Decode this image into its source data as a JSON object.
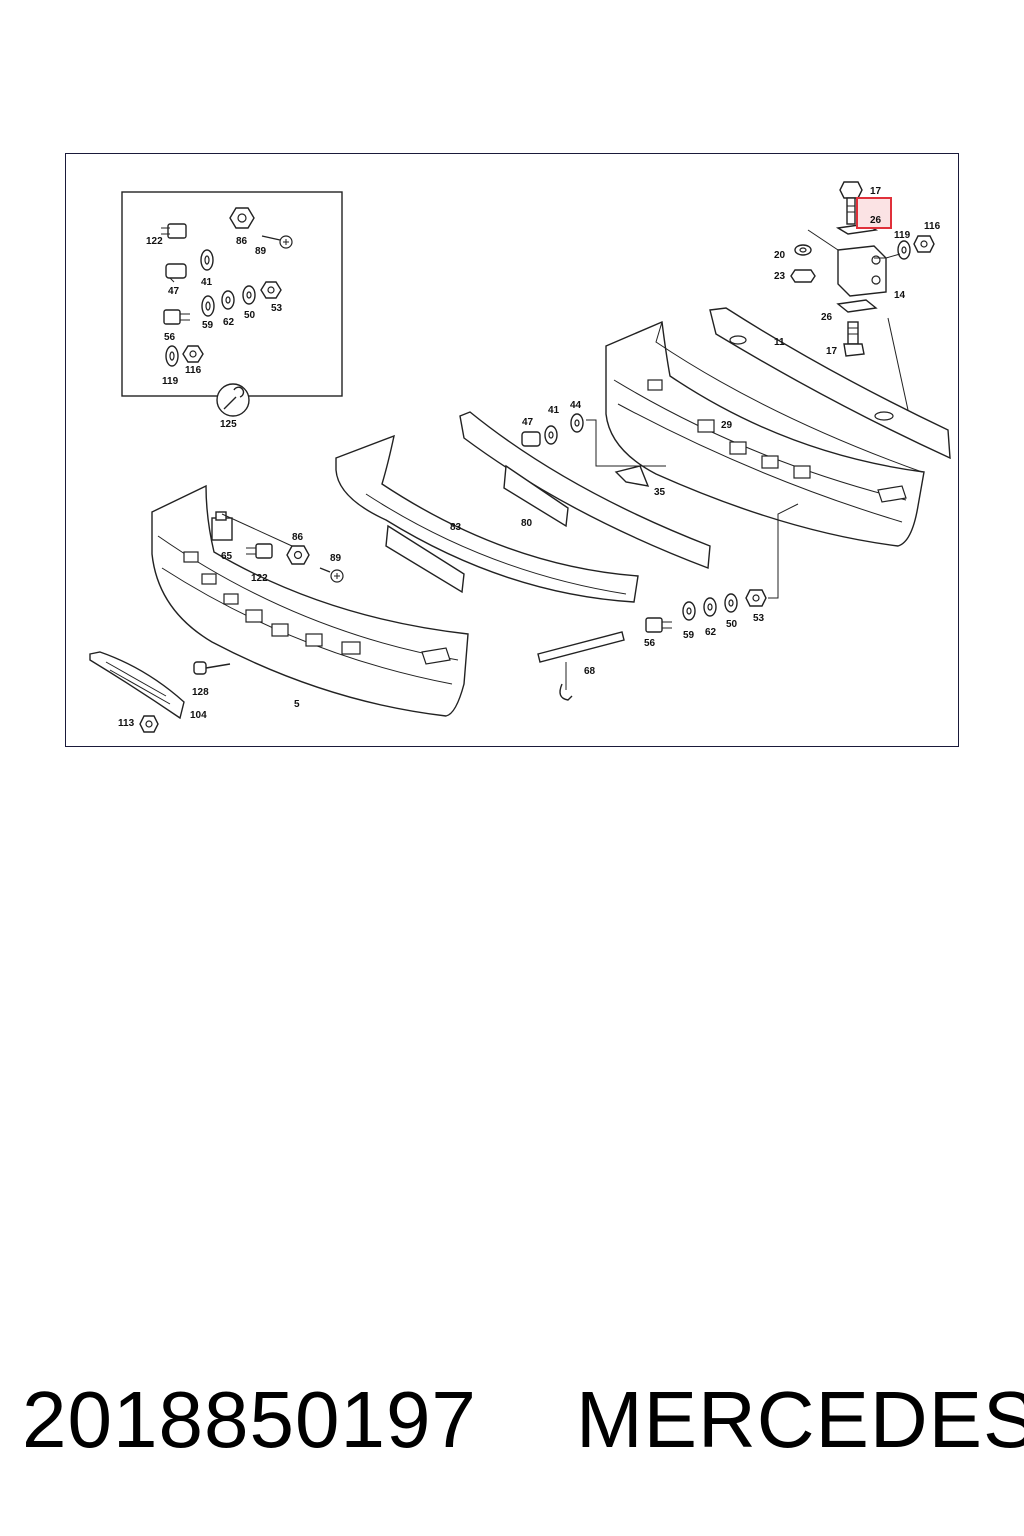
{
  "footer": {
    "part_number": "2018850197",
    "brand": "MERCEDES"
  },
  "highlight": {
    "label": "26",
    "color": "#e0303a"
  },
  "callouts": {
    "c17a": "17",
    "c26a": "26",
    "c116a": "116",
    "c119a": "119",
    "c20": "20",
    "c23": "23",
    "c14": "14",
    "c26b": "26",
    "c17b": "17",
    "c11": "11",
    "c29": "29",
    "c47a": "47",
    "c41a": "41",
    "c44": "44",
    "c35": "35",
    "c83": "83",
    "c80": "80",
    "c86b": "86",
    "c89b": "89",
    "c65": "65",
    "c122b": "122",
    "c56b": "56",
    "c59b": "59",
    "c62b": "62",
    "c50b": "50",
    "c53b": "53",
    "c68": "68",
    "c128": "128",
    "c104": "104",
    "c113": "113",
    "c5": "5",
    "c122a": "122",
    "c86a": "86",
    "c89a": "89",
    "c47b": "47",
    "c41b": "41",
    "c56a": "56",
    "c59a": "59",
    "c62a": "62",
    "c50a": "50",
    "c53a": "53",
    "c119b": "119",
    "c116b": "116",
    "c125": "125"
  }
}
